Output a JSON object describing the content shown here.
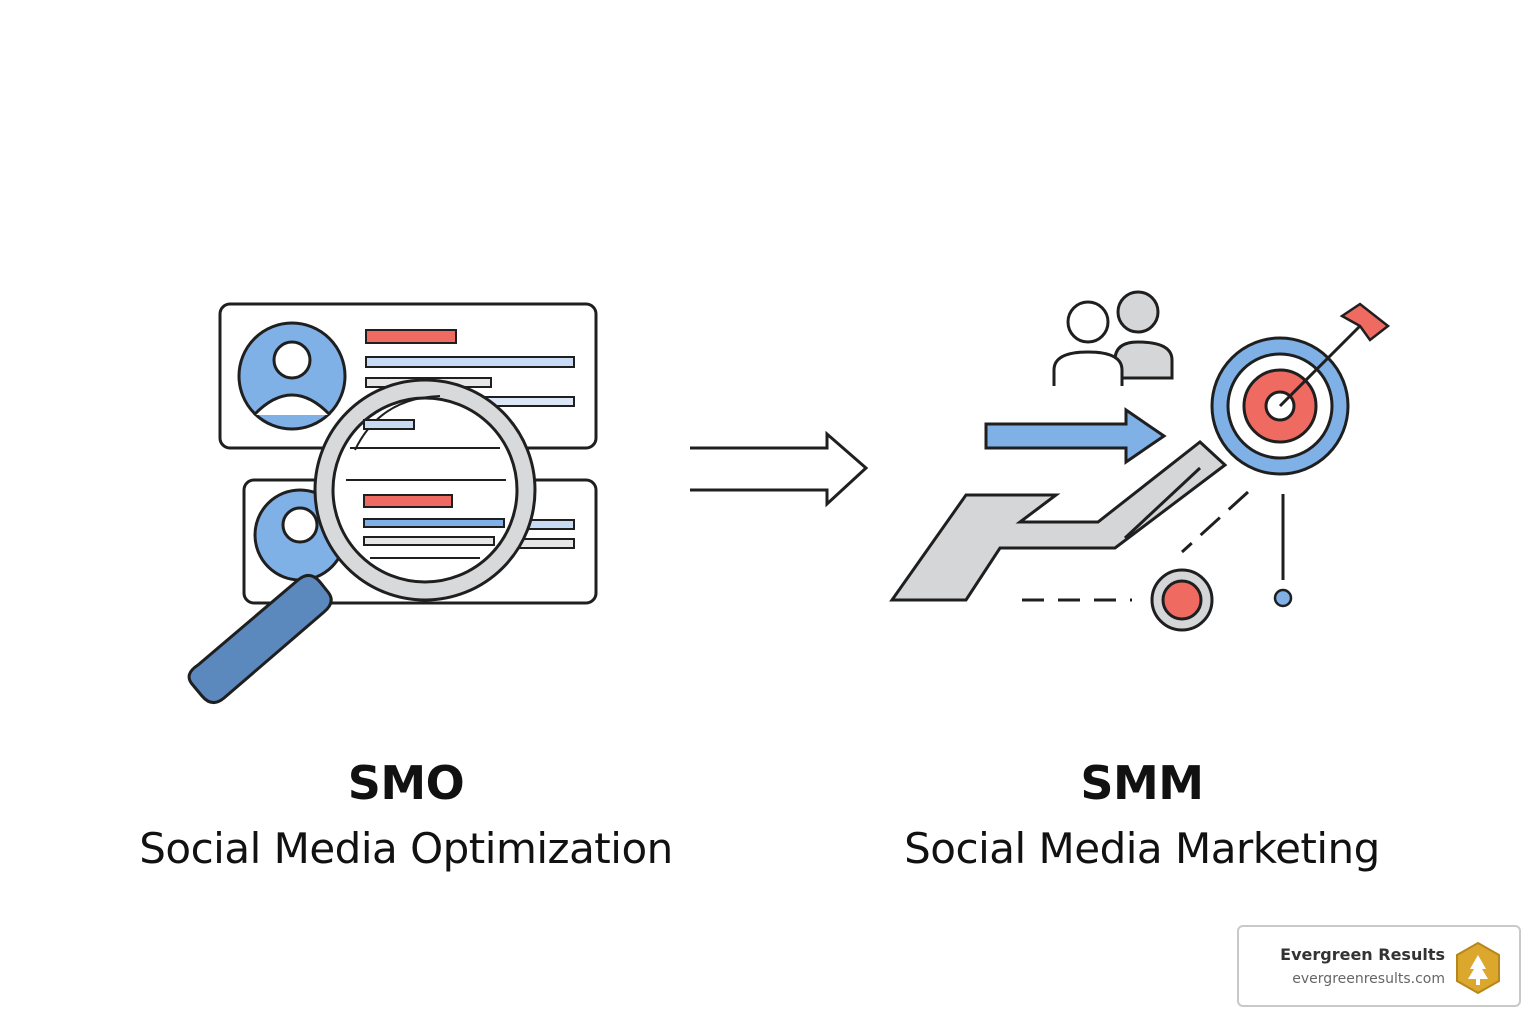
{
  "left": {
    "abbr": "SMO",
    "full": "Social Media Optimization"
  },
  "right": {
    "abbr": "SMM",
    "full": "Social Media Marketing"
  },
  "badge": {
    "name": "Evergreen Results",
    "url": "evergreenresults.com"
  },
  "colors": {
    "blue": "#7fb0e6",
    "dark_blue": "#5b88bd",
    "red": "#ef6b61",
    "gray": "#d4d6d8",
    "outline": "#1f1f1f",
    "gold": "#dba72c"
  },
  "icons": [
    "profile-card-icon",
    "magnifying-glass-icon",
    "double-arrow-icon",
    "people-icon",
    "target-icon",
    "dart-icon",
    "path-arrow-icon"
  ]
}
